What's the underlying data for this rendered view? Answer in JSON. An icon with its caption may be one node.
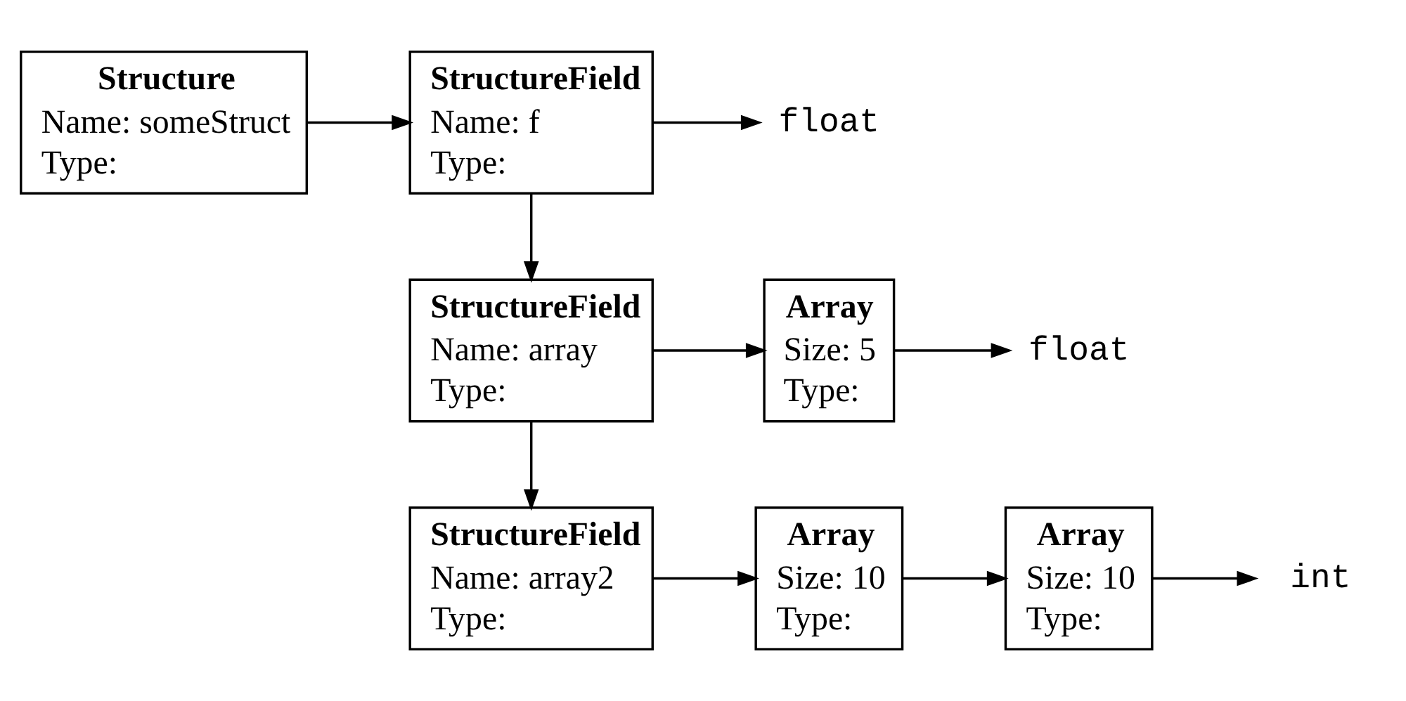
{
  "diagram": {
    "nodes": [
      {
        "text": [
          "Structure",
          "Name: someStruct",
          "Type:"
        ]
      },
      {
        "text": [
          "StructureField",
          "Name: f",
          "Type:"
        ]
      },
      {
        "text": [
          "float"
        ]
      },
      {
        "text": [
          "StructureField",
          "Name: array",
          "Type:"
        ]
      },
      {
        "text": [
          "Array",
          "Size: 5",
          "Type:"
        ]
      },
      {
        "text": [
          "float"
        ]
      },
      {
        "text": [
          "StructureField",
          "Name: array2",
          "Type:"
        ]
      },
      {
        "text": [
          "Array",
          "Size: 10",
          "Type:"
        ]
      },
      {
        "text": [
          "Array",
          "Size: 10",
          "Type:"
        ]
      },
      {
        "text": [
          "int"
        ]
      }
    ],
    "edges": [
      {
        "from": 0,
        "to": 1,
        "arrow": "to"
      },
      {
        "from": 1,
        "to": 2,
        "arrow": "to"
      },
      {
        "from": 1,
        "to": 3,
        "arrow": "to"
      },
      {
        "from": 3,
        "to": 4,
        "arrow": "to"
      },
      {
        "from": 4,
        "to": 5,
        "arrow": "to"
      },
      {
        "from": 3,
        "to": 6,
        "arrow": "to"
      },
      {
        "from": 6,
        "to": 7,
        "arrow": "to"
      },
      {
        "from": 7,
        "to": 8,
        "arrow": "to"
      },
      {
        "from": 8,
        "to": 9,
        "arrow": "to"
      }
    ]
  }
}
